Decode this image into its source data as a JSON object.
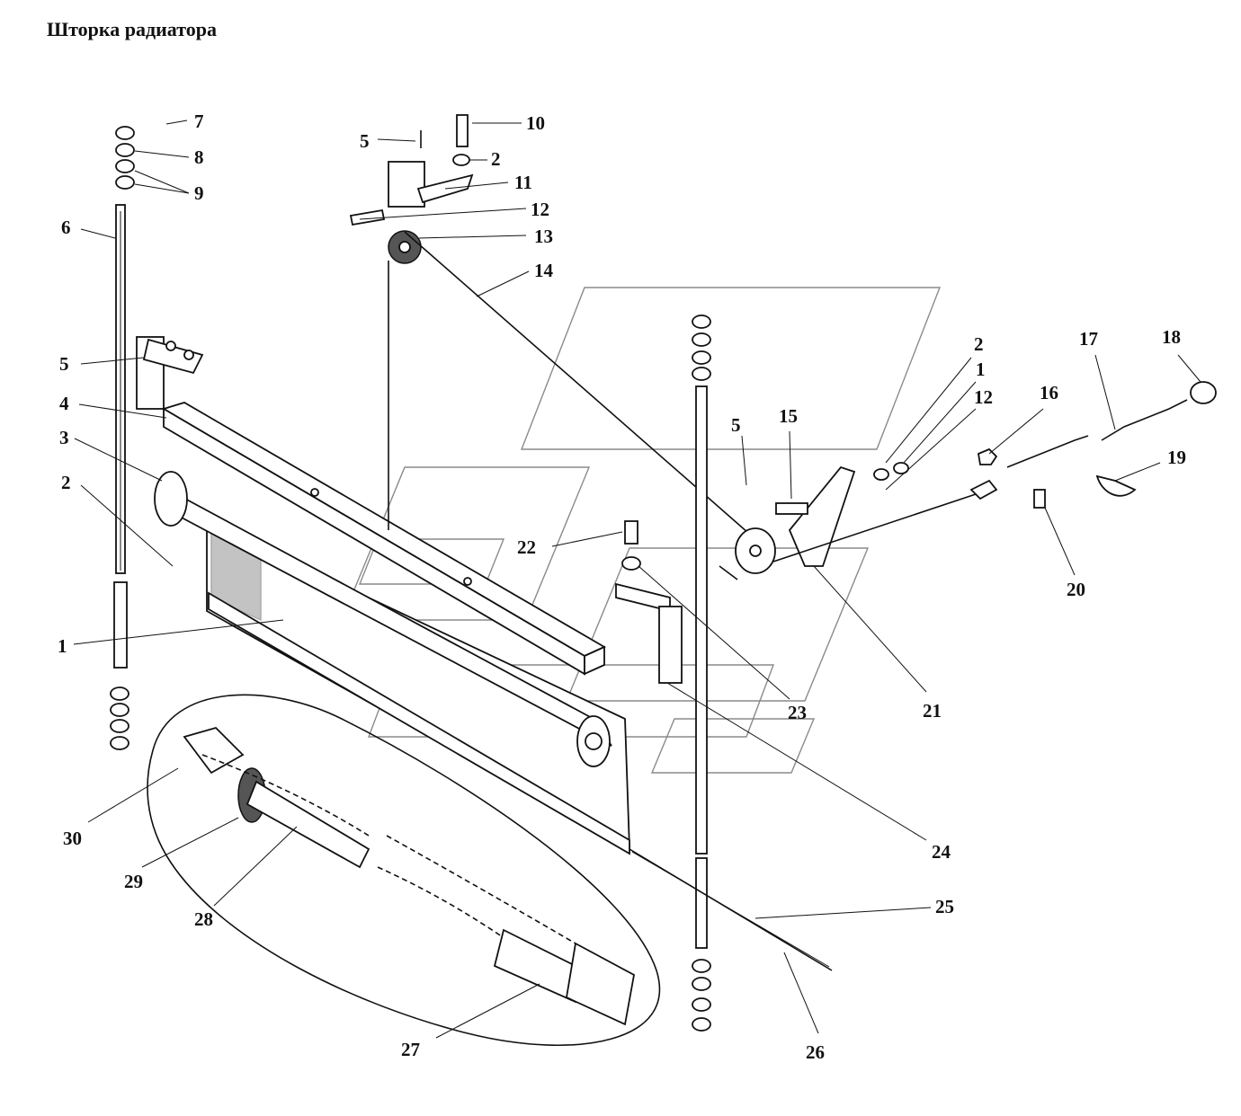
{
  "title": "Шторка радиатора",
  "callouts": [
    "1",
    "2",
    "3",
    "4",
    "5",
    "6",
    "7",
    "8",
    "9",
    "10",
    "11",
    "12",
    "13",
    "14",
    "15",
    "16",
    "17",
    "18",
    "19",
    "20",
    "21",
    "22",
    "23",
    "24",
    "25",
    "26",
    "27",
    "28",
    "29",
    "30"
  ]
}
